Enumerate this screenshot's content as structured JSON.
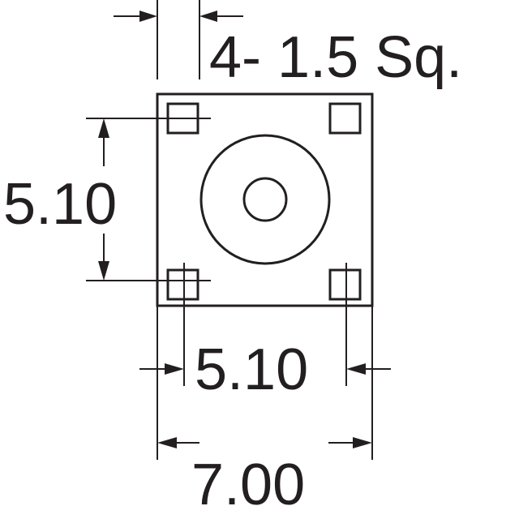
{
  "diagram": {
    "pad_note": "4- 1.5 Sq.",
    "dim_vertical_pad_pitch": "5.10",
    "dim_horizontal_pad_pitch": "5.10",
    "dim_body_width": "7.00",
    "colors": {
      "line": "#231f20",
      "background": "#ffffff"
    }
  }
}
